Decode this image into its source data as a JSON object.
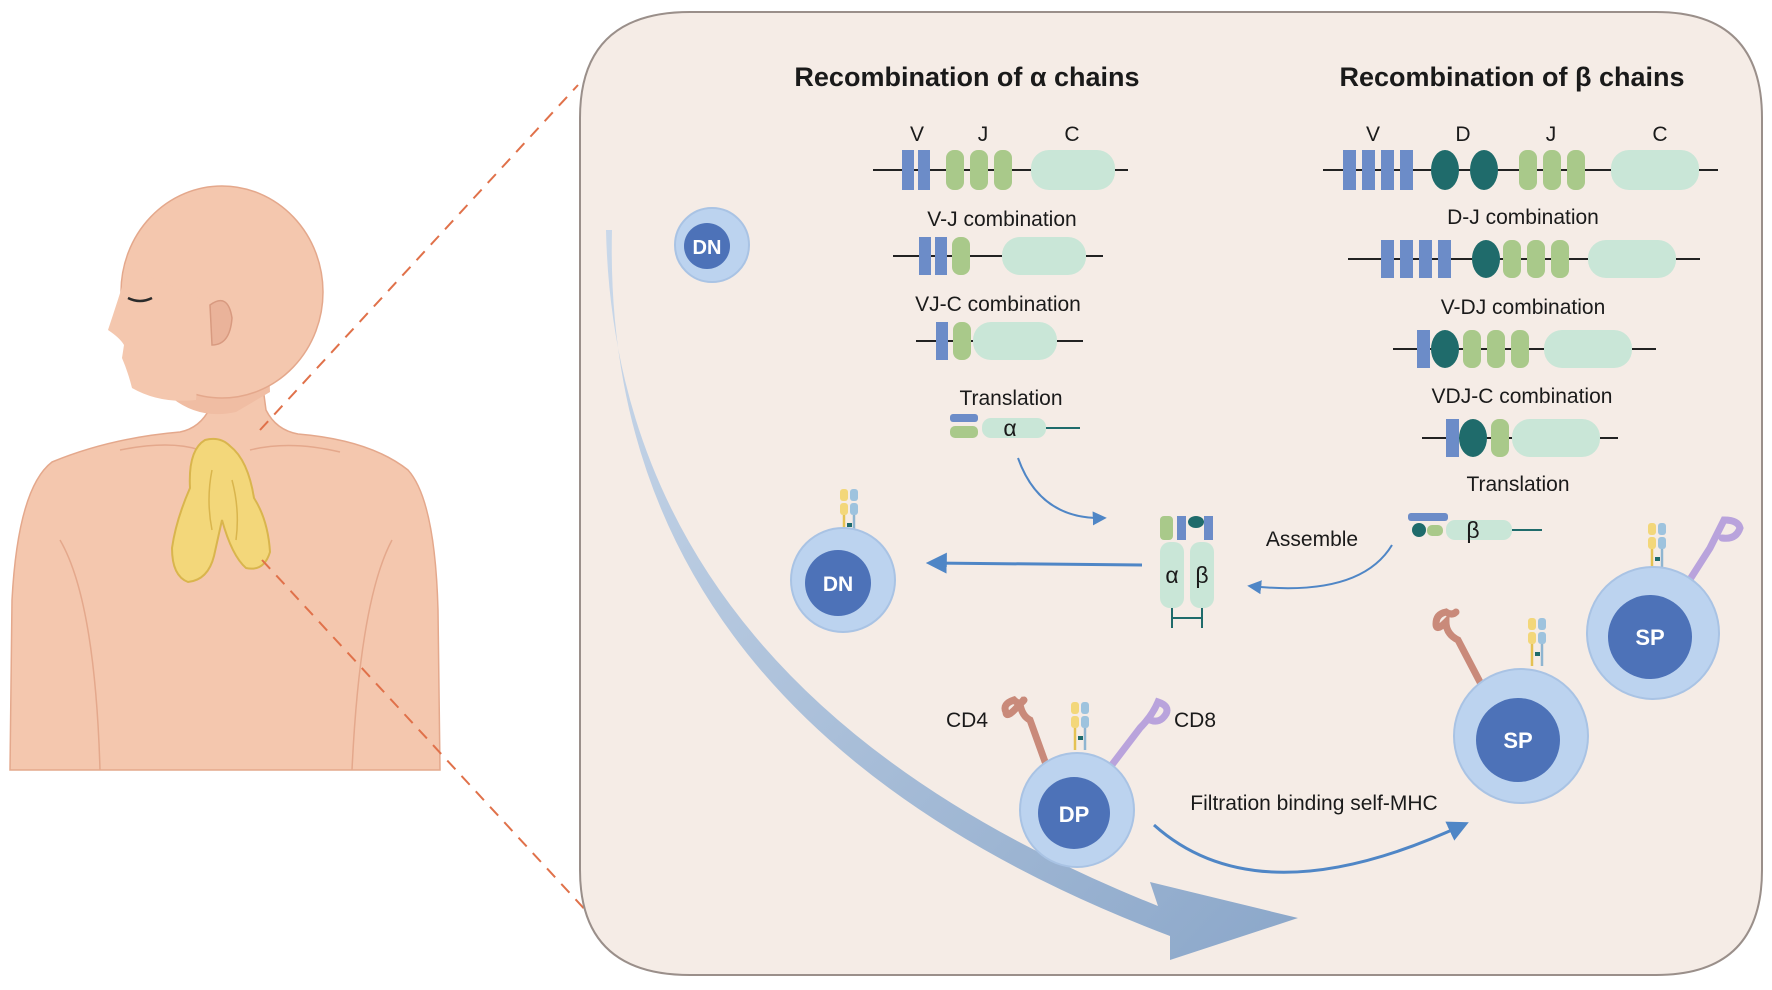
{
  "colors": {
    "panel_bg": "#f5ece6",
    "panel_border": "#9a8f8a",
    "skin": "#f4c7ae",
    "skin_dark": "#e4a88c",
    "thymus": "#f3d77a",
    "v_segment": "#6c8cc8",
    "d_segment": "#1f6b6b",
    "j_segment": "#a9c98a",
    "c_segment": "#c9e6d7",
    "cell_outer": "#bcd3ef",
    "cell_core": "#4d72b8",
    "cd4": "#c98a7a",
    "cd8": "#b9a3dc",
    "arrow": "#4f86c6",
    "dash": "#e0714a"
  },
  "alpha": {
    "title": "Recombination of α chains",
    "segments": {
      "v": "V",
      "j": "J",
      "c": "C"
    },
    "steps": [
      "V-J combination",
      "VJ-C combination",
      "Translation"
    ],
    "greek": "α"
  },
  "beta": {
    "title": "Recombination of β chains",
    "segments": {
      "v": "V",
      "d": "D",
      "j": "J",
      "c": "C"
    },
    "steps": [
      "D-J combination",
      "V-DJ combination",
      "VDJ-C combination",
      "Translation"
    ],
    "greek": "β"
  },
  "receptor": {
    "alpha": "α",
    "beta": "β"
  },
  "assemble_label": "Assemble",
  "filtration_label": "Filtration binding self-MHC",
  "cd4_label": "CD4",
  "cd8_label": "CD8",
  "cells": {
    "dn": "DN",
    "dp": "DP",
    "sp": "SP"
  }
}
